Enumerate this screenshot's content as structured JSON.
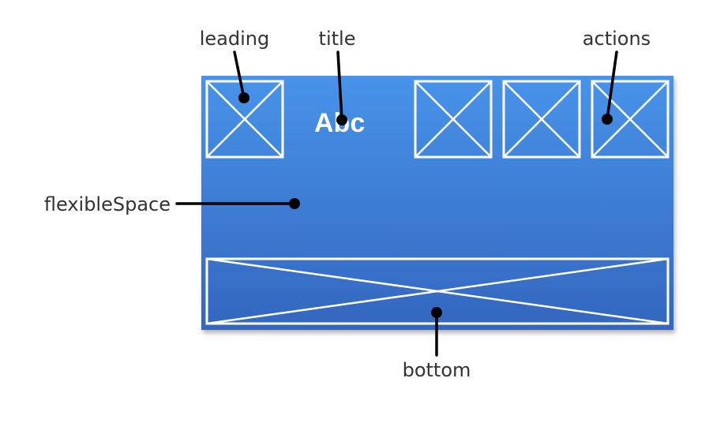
{
  "diagram": {
    "labels": {
      "leading": "leading",
      "title": "title",
      "actions": "actions",
      "flexible_space": "flexibleSpace",
      "bottom": "bottom"
    },
    "app_bar": {
      "title_text": "Abc",
      "gradient_top_color": "#4893ea",
      "gradient_bottom_color": "#3466be",
      "placeholder_stroke_color": "#ffffff"
    },
    "action_count": 3,
    "leader_color": "#000000"
  }
}
